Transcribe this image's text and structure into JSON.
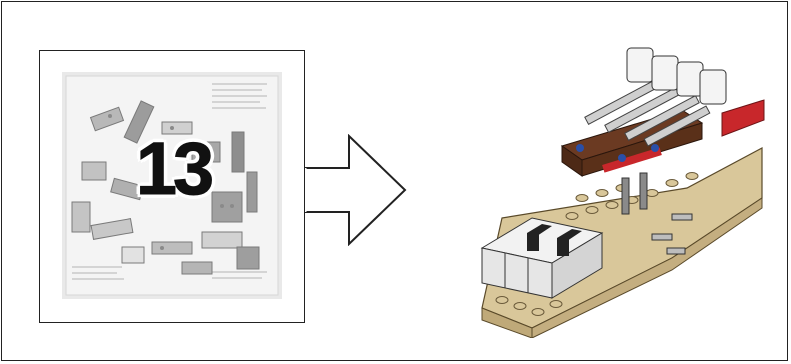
{
  "step": {
    "bag_number": "13"
  },
  "icons": {
    "bag": "parts-bag-illustration",
    "arrow": "right-arrow-icon",
    "model": "built-model-illustration"
  },
  "colors": {
    "border": "#222222",
    "tan": "#d9c79a",
    "white_brick": "#f2f2f2",
    "brown": "#6b3a22",
    "red": "#c8272b"
  }
}
